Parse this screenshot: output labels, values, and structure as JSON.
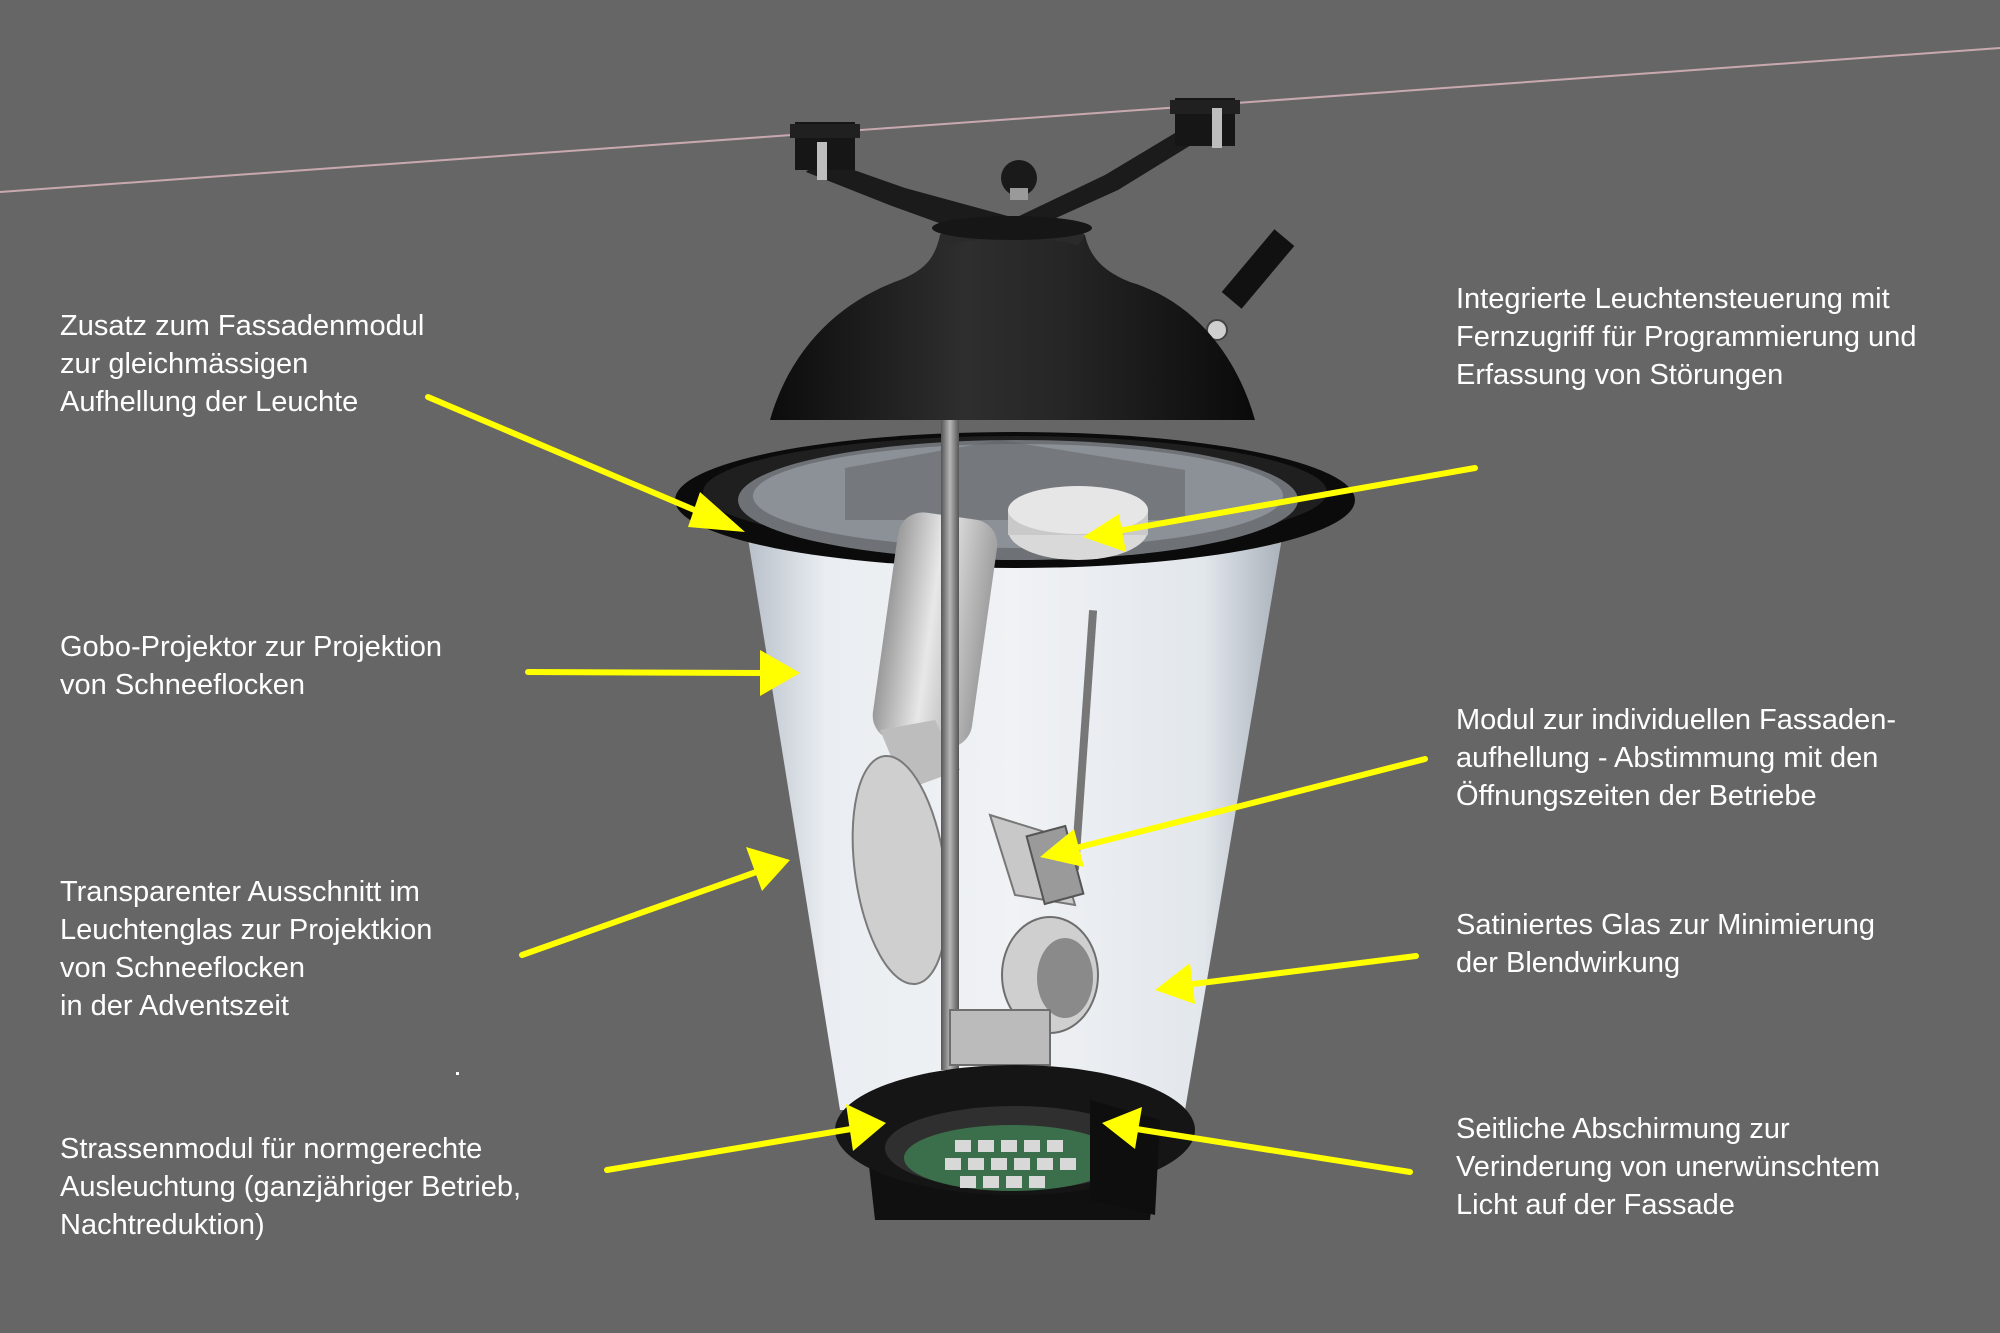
{
  "colors": {
    "background": "#666666",
    "arrow": "#ffff00",
    "label_text": "#ffffff",
    "cable": "#c8a9b0",
    "housing": "#1a1a1a",
    "glass": "#dde3ea"
  },
  "labels": [
    {
      "id": "fassaden-zusatz",
      "lines": [
        "Zusatz zum Fassadenmodul",
        "zur gleichmässigen",
        "Aufhellung der Leuchte"
      ]
    },
    {
      "id": "gobo",
      "lines": [
        "Gobo-Projektor zur Projektion",
        "von Schneeflocken"
      ]
    },
    {
      "id": "ausschnitt",
      "lines": [
        "Transparenter Ausschnitt im",
        "Leuchtenglas zur Projektkion",
        "von Schneeflocken",
        "in der Adventszeit"
      ]
    },
    {
      "id": "strassenmodul",
      "lines": [
        "Strassenmodul für normgerechte",
        "Ausleuchtung (ganzjähriger Betrieb,",
        "Nachtreduktion)"
      ]
    },
    {
      "id": "steuerung",
      "lines": [
        "Integrierte Leuchtensteuerung mit",
        "Fernzugriff für Programmierung und",
        "Erfassung von Störungen"
      ]
    },
    {
      "id": "fassadenmodul",
      "lines": [
        "Modul zur individuellen Fassaden-",
        "aufhellung - Abstimmung mit den",
        "Öffnungszeiten der Betriebe"
      ]
    },
    {
      "id": "satiniert",
      "lines": [
        "Satiniertes Glas zur Minimierung",
        "der Blendwirkung"
      ]
    },
    {
      "id": "abschirmung",
      "lines": [
        "Seitliche Abschirmung zur",
        "Verinderung von unerwünschtem",
        "Licht auf der Fassade"
      ]
    }
  ]
}
